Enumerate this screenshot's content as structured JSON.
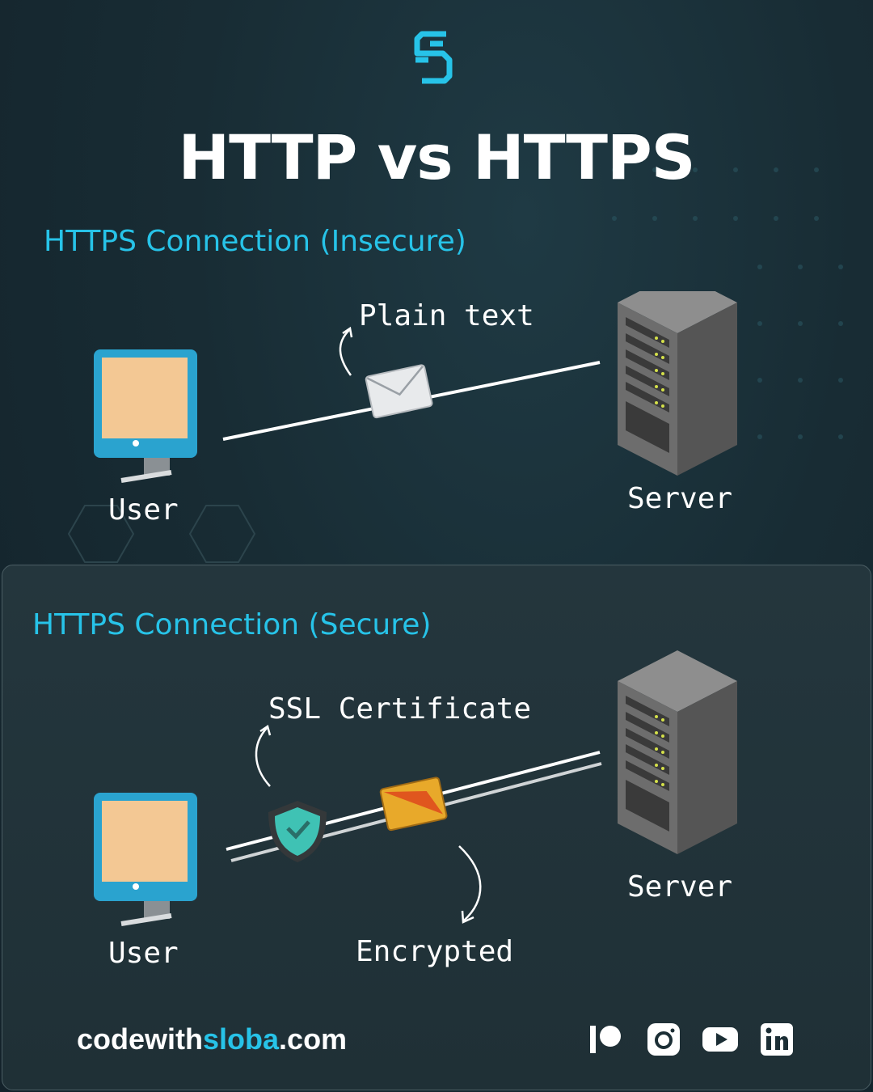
{
  "title": "HTTP vs HTTPS",
  "insecure": {
    "heading": "HTTPS Connection (Insecure)",
    "message_label": "Plain text",
    "user_label": "User",
    "server_label": "Server"
  },
  "secure": {
    "heading": "HTTPS Connection (Secure)",
    "certificate_label": "SSL Certificate",
    "encrypted_label": "Encrypted",
    "user_label": "User",
    "server_label": "Server"
  },
  "footer": {
    "url_prefix": "codewith",
    "url_accent": "sloba",
    "url_suffix": ".com",
    "social_icons": [
      "patreon-icon",
      "instagram-icon",
      "youtube-icon",
      "linkedin-icon"
    ]
  },
  "colors": {
    "accent": "#27c3e8",
    "background": "#182c34",
    "screen": "#f3c894",
    "monitor": "#2aa3cf"
  }
}
